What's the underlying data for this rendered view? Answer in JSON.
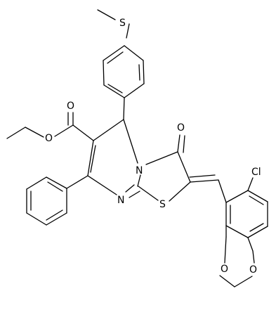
{
  "diagram": {
    "type": "chemical-structure",
    "line_color": "#000000",
    "background": "#ffffff",
    "atom_labels": {
      "s_methylthio": "S",
      "o_ester_carbonyl": "O",
      "o_ester_ether": "O",
      "n_ring": "N",
      "n_imine": "N",
      "s_ring": "S",
      "o_ketone": "O",
      "cl": "Cl",
      "o_dioxole_left": "O",
      "o_dioxole_right": "O"
    }
  }
}
